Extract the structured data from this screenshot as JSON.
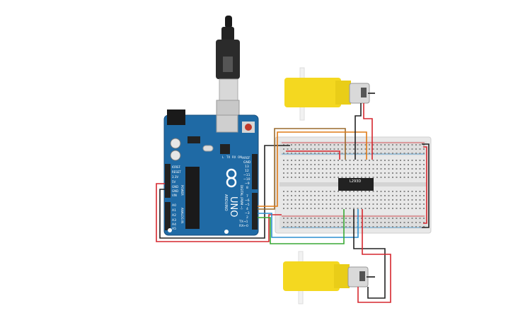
{
  "arduino": {
    "brand": "ARDUINO",
    "model": "UNO",
    "digital_header_label": "DIGITAL (PWM ~)",
    "power_header_label": "POWER",
    "analog_header_label": "ANALOG IN",
    "top_pins": [
      "AREF",
      "GND",
      "13",
      "12",
      "~11",
      "~10",
      "~9",
      "8"
    ],
    "bottom_pins": [
      "7",
      "~6",
      "~5",
      "4",
      "~3",
      "2",
      "TX→1",
      "RX←0"
    ],
    "power_pins": [
      "IOREF",
      "RESET",
      "3.3V",
      "5V",
      "GND",
      "GND",
      "VIN"
    ],
    "analog_pins": [
      "A0",
      "A1",
      "A2",
      "A3",
      "A4",
      "A5"
    ],
    "led_labels": [
      "L",
      "TX",
      "RX",
      "ON"
    ]
  },
  "driver_chip": {
    "label": "L293D"
  },
  "colors": {
    "board_blue": "#1f6aa5",
    "wire_red": "#d6272e",
    "wire_black": "#222222",
    "wire_orange": "#e07b17",
    "wire_brown": "#9a6a2d",
    "wire_green": "#39a935",
    "wire_blue": "#2b8fd1",
    "motor_yellow": "#f4d820"
  },
  "icons": [
    "usb-cable-icon",
    "motor-icon",
    "ic-chip-icon",
    "breadboard-icon",
    "arduino-board-icon"
  ]
}
